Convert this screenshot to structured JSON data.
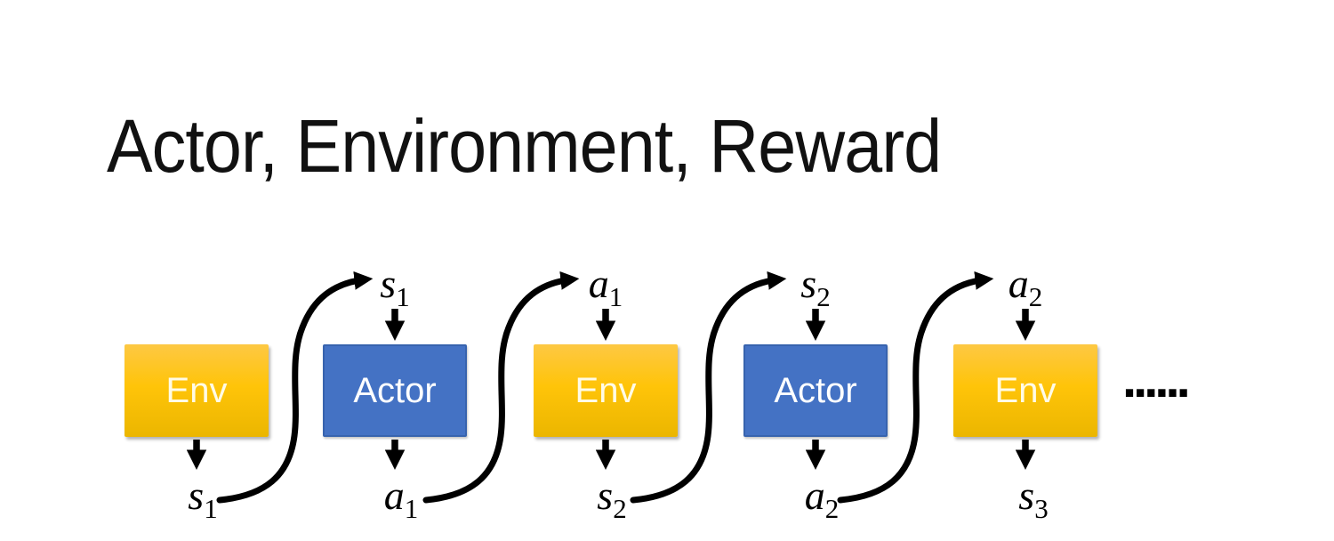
{
  "slide": {
    "title": "Actor, Environment, Reward"
  },
  "diagram": {
    "boxes": [
      {
        "label": "Env",
        "type": "env"
      },
      {
        "label": "Actor",
        "type": "actor"
      },
      {
        "label": "Env",
        "type": "env"
      },
      {
        "label": "Actor",
        "type": "actor"
      },
      {
        "label": "Env",
        "type": "env"
      }
    ],
    "top_labels": [
      {
        "base": "s",
        "sub": "1"
      },
      {
        "base": "a",
        "sub": "1"
      },
      {
        "base": "s",
        "sub": "2"
      },
      {
        "base": "a",
        "sub": "2"
      }
    ],
    "bottom_labels": [
      {
        "base": "s",
        "sub": "1"
      },
      {
        "base": "a",
        "sub": "1"
      },
      {
        "base": "s",
        "sub": "2"
      },
      {
        "base": "a",
        "sub": "2"
      },
      {
        "base": "s",
        "sub": "3"
      }
    ],
    "ellipsis": "......",
    "colors": {
      "title_text": "#111111",
      "env_gradient_top": "#FDC844",
      "env_gradient_mid": "#FFC409",
      "env_gradient_bottom": "#EBB600",
      "env_text": "#FFFBE6",
      "actor_fill": "#4472C4",
      "actor_border": "#3763AE",
      "actor_text": "#FFFFFF",
      "arrow": "#000000"
    }
  }
}
